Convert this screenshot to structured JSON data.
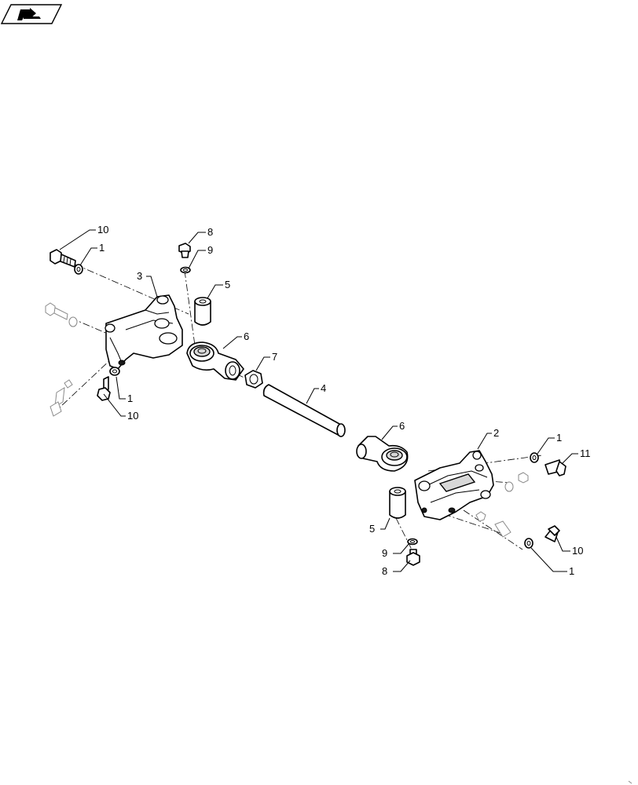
{
  "icons": {
    "corner_badge": "folded-page-icon"
  },
  "colors": {
    "line": "#000000",
    "background": "#ffffff",
    "ghost": "#8a8a8a"
  },
  "callouts": {
    "c10_top_left": "10",
    "c1_top_left": "1",
    "c8_top": "8",
    "c9_top": "9",
    "c3": "3",
    "c5_top": "5",
    "c6_left": "6",
    "c7": "7",
    "c1_mid_left": "1",
    "c10_mid_left": "10",
    "c4": "4",
    "c6_right": "6",
    "c2": "2",
    "c1_right_top": "1",
    "c11": "11",
    "c5_bottom": "5",
    "c9_bottom": "9",
    "c8_bottom": "8",
    "c10_right": "10",
    "c1_right_bottom": "1"
  }
}
